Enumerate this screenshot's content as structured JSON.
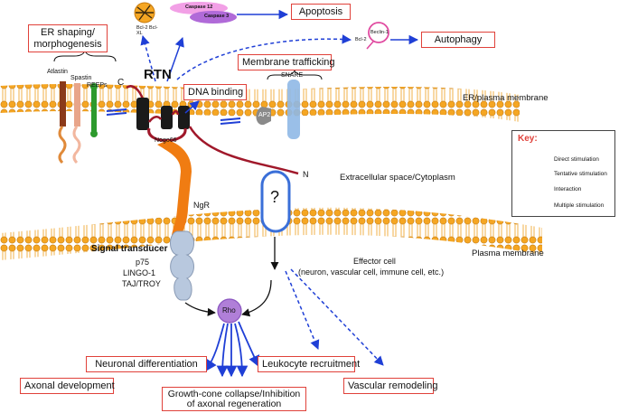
{
  "title": "RTN",
  "membranes": {
    "er_plasma": "ER/plasma membrane",
    "extracellular": "Extracellular space/Cytoplasm",
    "plasma": "Plasma membrane"
  },
  "boxes": {
    "er_shaping": "ER shaping/ morphogenesis",
    "dna_binding": "DNA binding",
    "membrane_trafficking": "Membrane trafficking",
    "apoptosis": "Apoptosis",
    "autophagy": "Autophagy",
    "neuronal_differentiation": "Neuronal differentiation",
    "leukocyte_recruitment": "Leukocyte recruitment",
    "axonal_development": "Axonal development",
    "growth_cone": "Growth-cone collapse/Inhibition of axonal regeneration",
    "vascular_remodeling": "Vascular remodeling"
  },
  "proteins": {
    "atlastin": "Atlastin",
    "spastin": "Spastin",
    "reeps": "REEPs",
    "snare": "SNARE",
    "ap2": "AP2",
    "nogo66": "Nogo66",
    "c_term": "C",
    "n_term": "N",
    "ngr": "NgR",
    "rho": "Rho",
    "unknown": "?",
    "bcl2_bclxl": "Bcl-2 Bcl-XL",
    "caspase12": "Caspase 12",
    "caspase3": "Caspase 3",
    "bcl2": "Bcl-2",
    "beclin1": "Beclin-1"
  },
  "signal_transducer": {
    "title": "Signal transducer",
    "line1": "p75",
    "line2": "LINGO-1",
    "line3": "TAJ/TROY"
  },
  "effector": {
    "line1": "Effector cell",
    "line2": "(neuron, vascular cell, immune cell, etc.)"
  },
  "key": {
    "title": "Key:",
    "items": [
      "Direct stimulation",
      "Tentative stimulation",
      "Interaction",
      "Multiple stimulation"
    ]
  },
  "colors": {
    "membrane": "#f5a623",
    "arrow_blue": "#1f3fd6",
    "box_border": "#e0413a",
    "rtn_red": "#a0182a",
    "ngr_orange": "#f07c12",
    "rho_purple": "#b07fd8"
  }
}
